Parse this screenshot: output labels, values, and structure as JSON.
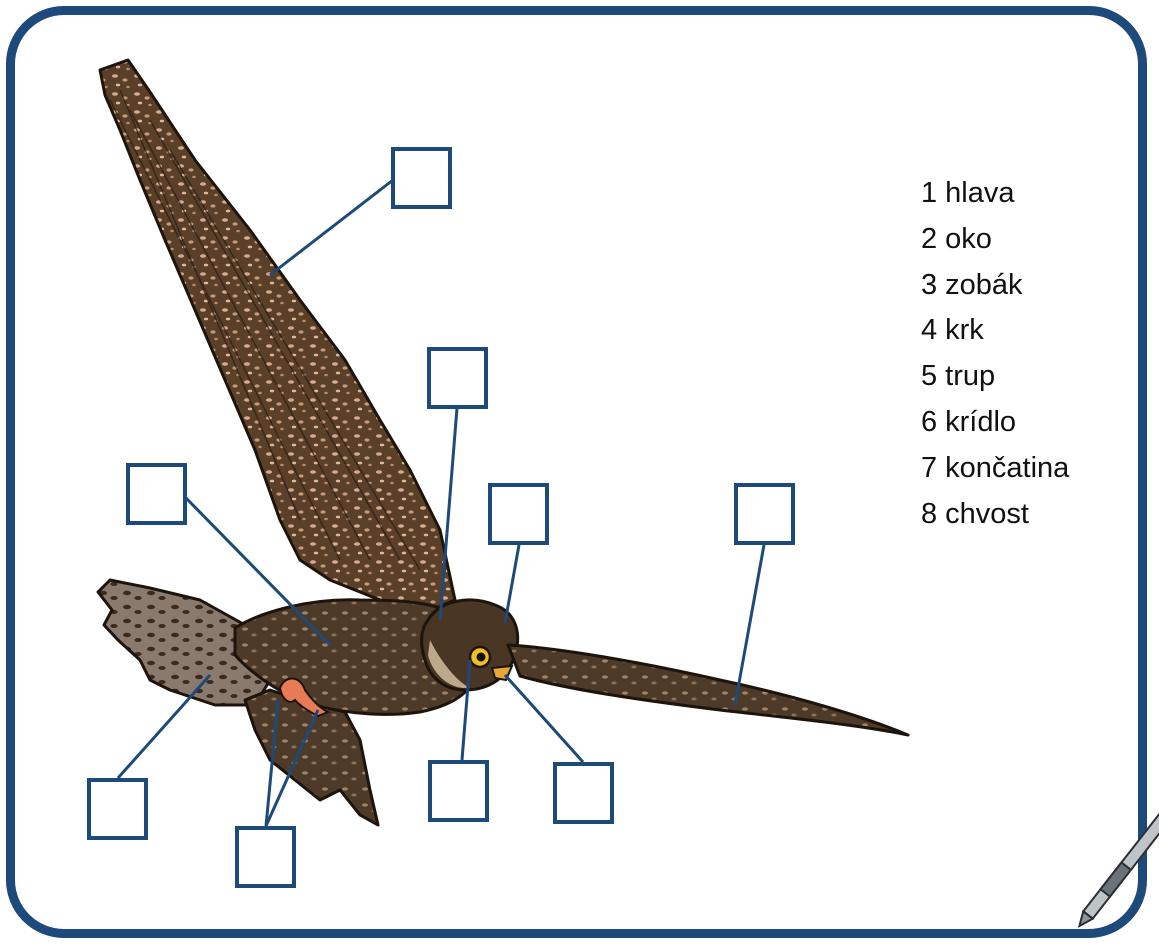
{
  "legend": {
    "items": [
      {
        "num": "1",
        "label": "hlava"
      },
      {
        "num": "2",
        "label": "oko"
      },
      {
        "num": "3",
        "label": "zobák"
      },
      {
        "num": "4",
        "label": "krk"
      },
      {
        "num": "5",
        "label": "trup"
      },
      {
        "num": "6",
        "label": "krídlo"
      },
      {
        "num": "7",
        "label": "končatina"
      },
      {
        "num": "8",
        "label": "chvost"
      }
    ]
  },
  "colors": {
    "frame": "#1d4a7a",
    "label_box": "#1d4a7a",
    "bird_dark": "#3b2a1c",
    "bird_mid": "#6a5238",
    "bird_light": "#c9a382",
    "feet": "#e87a55",
    "eye": "#f0c020"
  },
  "icons": [
    "pen-icon"
  ]
}
